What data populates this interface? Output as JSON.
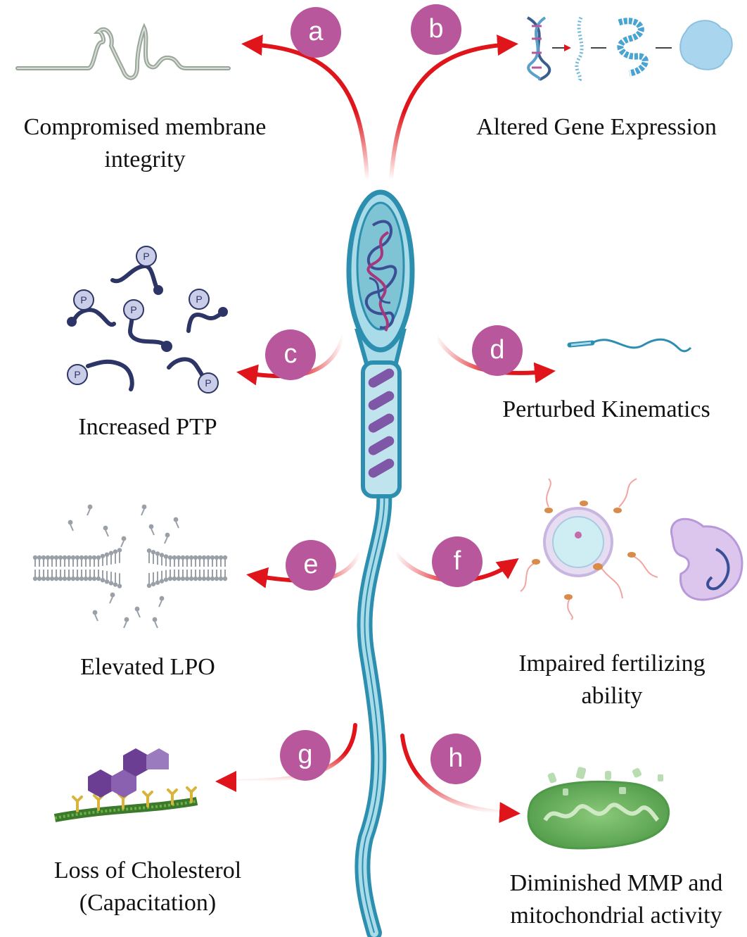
{
  "colors": {
    "arrow": "#e0151b",
    "badge": "#b8579c",
    "sperm_outline": "#2c8fb0",
    "sperm_fill": "#a9dbe8",
    "midpiece": "#7e57a6"
  },
  "effects": [
    {
      "id": "a",
      "label": "Compromised membrane integrity",
      "line1": "Compromised membrane",
      "line2": "integrity",
      "icon": "folded-membrane-icon"
    },
    {
      "id": "b",
      "label": "Altered Gene Expression",
      "line1": "Altered Gene Expression",
      "line2": "",
      "icon": "gene-expression-icon"
    },
    {
      "id": "c",
      "label": "Increased PTP",
      "line1": "Increased PTP",
      "line2": "",
      "icon": "phosphorylated-protein-icon",
      "glyph": "P"
    },
    {
      "id": "d",
      "label": "Perturbed Kinematics",
      "line1": "Perturbed Kinematics",
      "line2": "",
      "icon": "swimming-sperm-icon"
    },
    {
      "id": "e",
      "label": "Elevated LPO",
      "line1": "Elevated LPO",
      "line2": "",
      "icon": "damaged-lipid-bilayer-icon"
    },
    {
      "id": "f",
      "label": "Impaired fertilizing ability",
      "line1": "Impaired fertilizing",
      "line2": "ability",
      "icon": "oocyte-embryo-icon"
    },
    {
      "id": "g",
      "label": "Loss of Cholesterol (Capacitation)",
      "line1": "Loss of Cholesterol",
      "line2": "(Capacitation)",
      "icon": "cholesterol-membrane-icon"
    },
    {
      "id": "h",
      "label": "Diminished MMP and mitochondrial activity",
      "line1": "Diminished MMP and",
      "line2": "mitochondrial activity",
      "icon": "mitochondrion-icon"
    }
  ]
}
